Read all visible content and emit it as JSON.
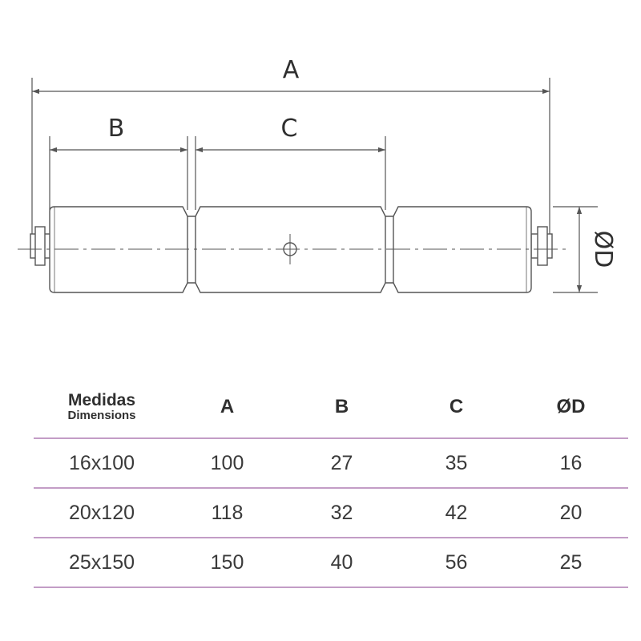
{
  "drawing": {
    "labels": {
      "A": "A",
      "B": "B",
      "C": "C",
      "D": "ØD"
    },
    "line_color": "#555555"
  },
  "table": {
    "header": {
      "title": "Medidas",
      "subtitle": "Dimensions",
      "columns": [
        "A",
        "B",
        "C",
        "ØD"
      ]
    },
    "rows": [
      [
        "16x100",
        "100",
        "27",
        "35",
        "16"
      ],
      [
        "20x120",
        "118",
        "32",
        "42",
        "20"
      ],
      [
        "25x150",
        "150",
        "40",
        "56",
        "25"
      ]
    ],
    "rule_color": "#c39dc6"
  }
}
